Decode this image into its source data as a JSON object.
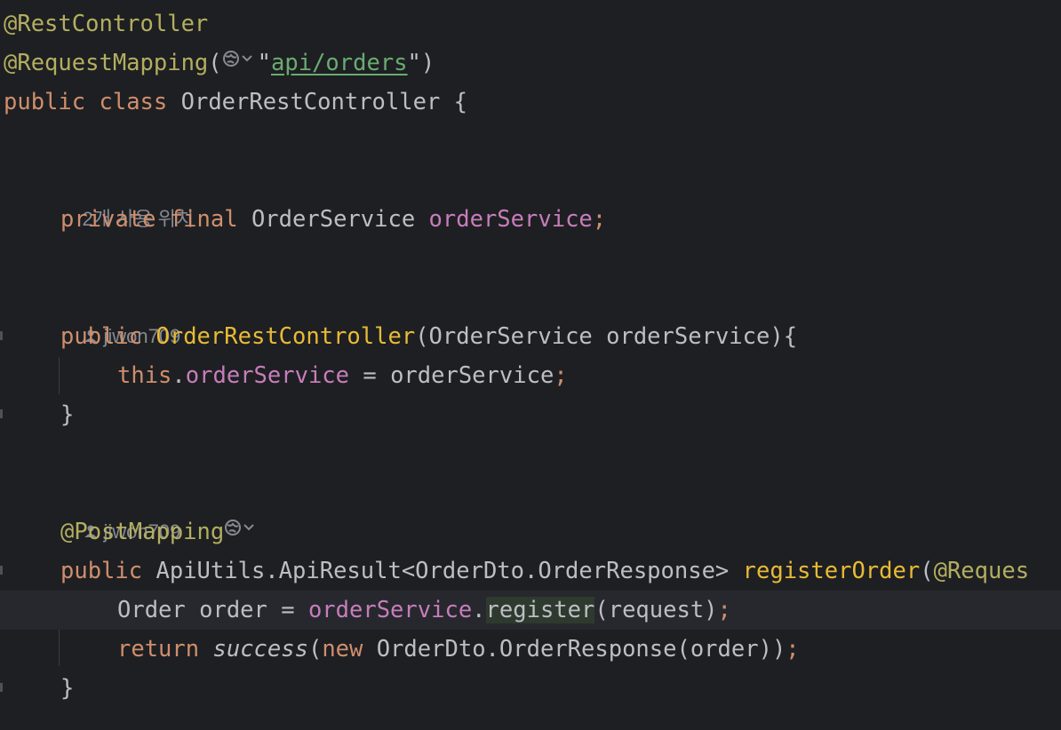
{
  "code": {
    "l1": {
      "annotation": "@RestController"
    },
    "l2": {
      "annotation": "@RequestMapping",
      "open": "(",
      "quote_open": "\"",
      "path": "api/orders",
      "quote_close": "\"",
      "close": ")"
    },
    "l3": {
      "kw1": "public",
      "kw2": "class",
      "name": "OrderRestController",
      "brace": "{"
    },
    "hint_usages": "2개 사용 위치",
    "l4": {
      "kw1": "private",
      "kw2": "final",
      "type": "OrderService",
      "field": "orderService",
      "semi": ";"
    },
    "author_1": "jiwon709",
    "l5": {
      "kw": "public",
      "name": "OrderRestController",
      "params": "(OrderService orderService){"
    },
    "l6": {
      "this": "this",
      "dot": ".",
      "field": "orderService",
      "rest": " = orderService",
      "semi": ";"
    },
    "l7": {
      "brace": "}"
    },
    "author_2": "jiwon709",
    "l8": {
      "annotation": "@PostMapping"
    },
    "l9": {
      "kw": "public",
      "type": "ApiUtils.ApiResult<OrderDto.OrderResponse>",
      "method": "registerOrder",
      "open": "(",
      "param_ann": "@Reques"
    },
    "l10": {
      "pre": "Order order = ",
      "field": "orderService",
      "dot": ".",
      "call": "register",
      "args": "(request)",
      "semi": ";"
    },
    "l11": {
      "kw": "return",
      "call": "success",
      "open": "(",
      "kw_new": "new",
      "rest": " OrderDto.OrderResponse(order))",
      "semi": ";"
    },
    "l12": {
      "brace": "}"
    }
  }
}
